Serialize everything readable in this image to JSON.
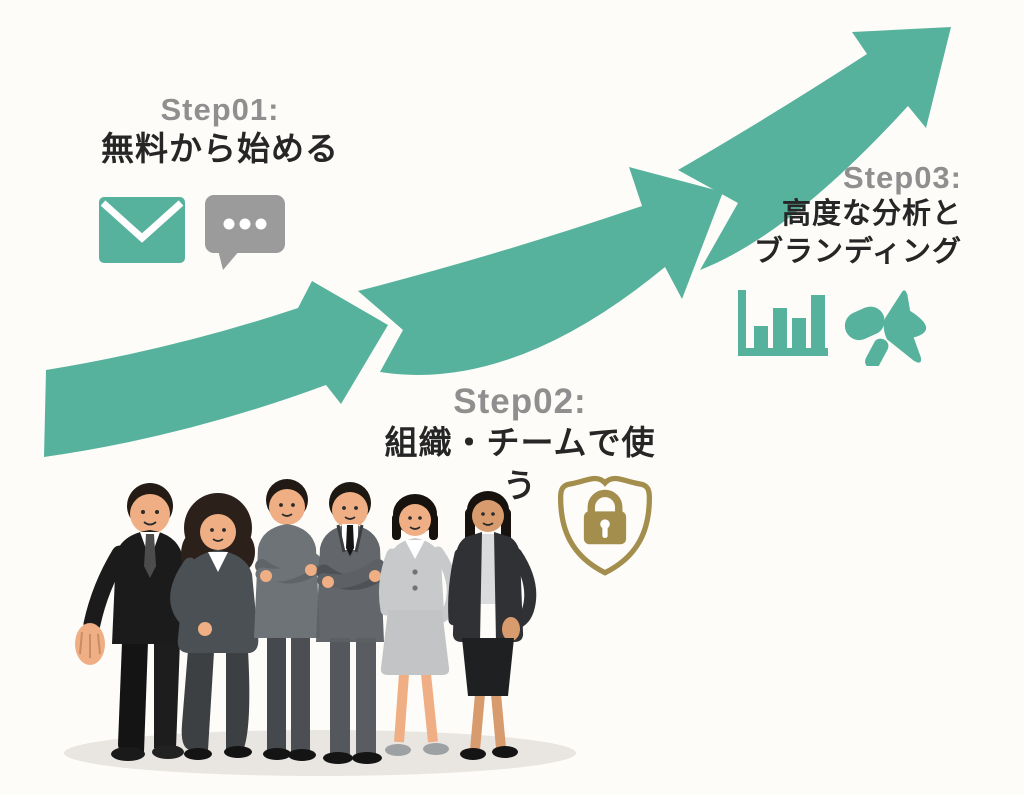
{
  "theme": {
    "colors": {
      "background": "#fdfcf8",
      "arrow": "#57b29d",
      "stepLabel": "#8f8f8f",
      "stepTitle": "#262626",
      "grayIcon": "#9b9b9b",
      "gold": "#a38e4d",
      "skin": "#efae83",
      "skinDark": "#d79b6e",
      "shadow": "#e9e6e1"
    }
  },
  "steps": [
    {
      "label": "Step01:",
      "title": "無料から始める",
      "icons": [
        "envelope-icon",
        "chat-dots-icon"
      ]
    },
    {
      "label": "Step02:",
      "title": "組織・チームで使う",
      "icons": [
        "shield-lock-icon"
      ]
    },
    {
      "label": "Step03:",
      "title_lines": [
        "高度な分析と",
        "ブランディング"
      ],
      "icons": [
        "bar-chart-icon",
        "megaphone-icon"
      ]
    }
  ],
  "illustration": {
    "description": "six business people standing together as a team"
  }
}
